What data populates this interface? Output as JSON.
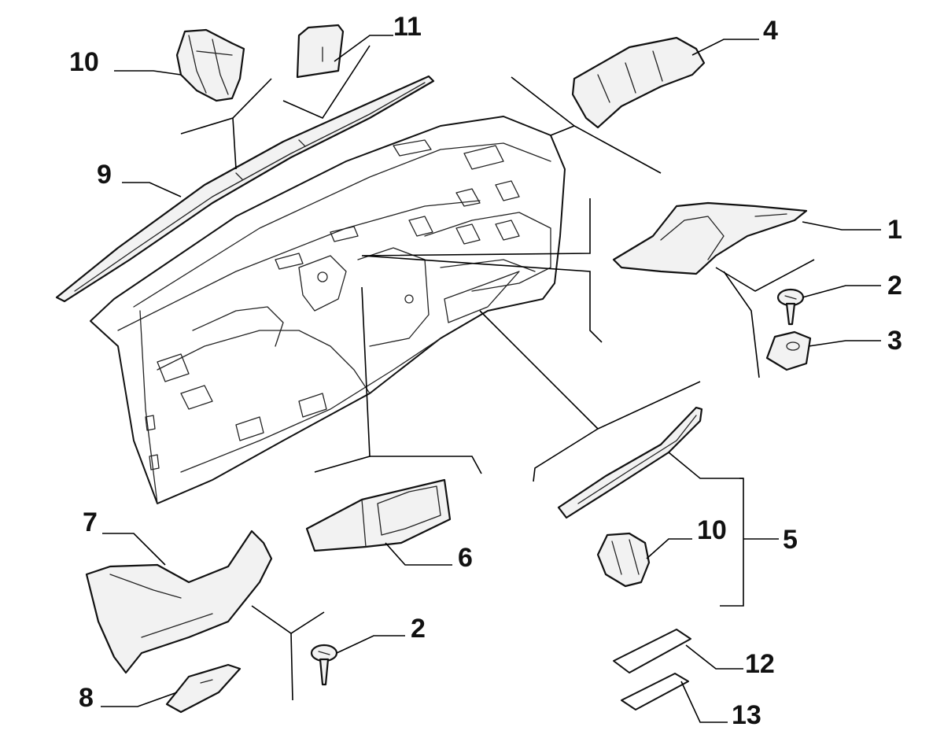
{
  "diagram": {
    "callouts": [
      {
        "id": "c1",
        "label": "1"
      },
      {
        "id": "c2a",
        "label": "2"
      },
      {
        "id": "c3",
        "label": "3"
      },
      {
        "id": "c4",
        "label": "4"
      },
      {
        "id": "c5",
        "label": "5"
      },
      {
        "id": "c6",
        "label": "6"
      },
      {
        "id": "c7",
        "label": "7"
      },
      {
        "id": "c8",
        "label": "8"
      },
      {
        "id": "c9",
        "label": "9"
      },
      {
        "id": "c10a",
        "label": "10"
      },
      {
        "id": "c10b",
        "label": "10"
      },
      {
        "id": "c11",
        "label": "11"
      },
      {
        "id": "c2b",
        "label": "2"
      },
      {
        "id": "c12",
        "label": "12"
      },
      {
        "id": "c13",
        "label": "13"
      }
    ]
  }
}
